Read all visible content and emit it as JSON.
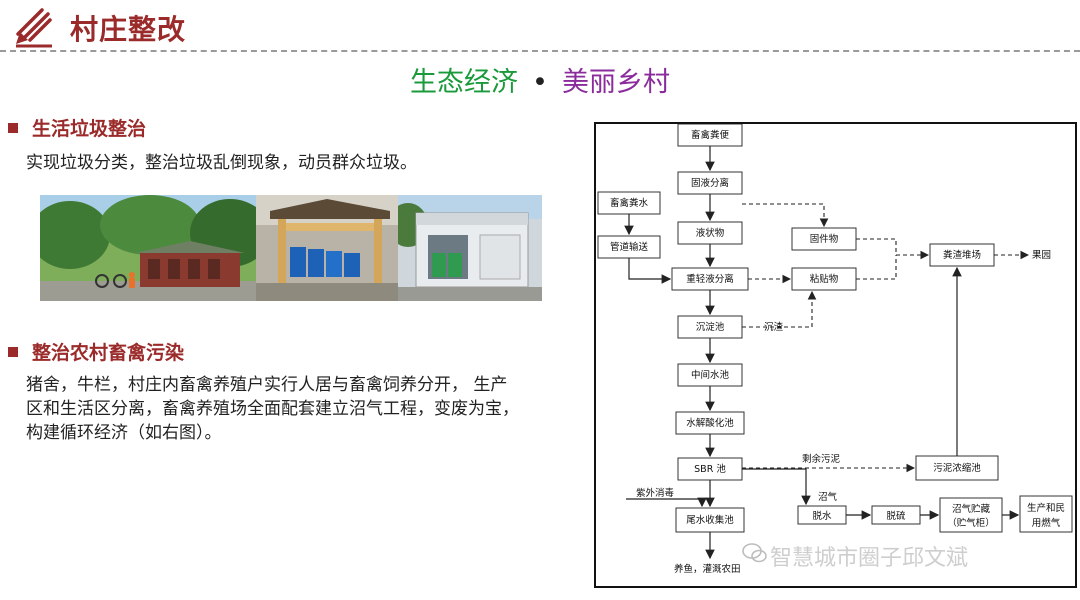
{
  "header": {
    "title": "村庄整改"
  },
  "subtitle": {
    "left": "生态经济",
    "sep": "•",
    "right": "美丽乡村"
  },
  "sections": [
    {
      "heading": "生活垃圾整治",
      "text": "实现垃圾分类，整治垃圾乱倒现象，动员群众垃圾。"
    },
    {
      "heading": "整治农村畜禽污染",
      "lines": [
        "猪舍，牛栏，村庄内畜禽养殖户实行人居与畜禽饲养分开， 生产",
        "区和生活区分离，畜禽养殖场全面配套建立沼气工程，变废为宝，",
        "构建循环经济（如右图）。"
      ]
    }
  ],
  "photos": [
    "village-toilet-building",
    "garbage-bins-shelter",
    "sanitation-station"
  ],
  "diagram": {
    "nodes": {
      "n1": "畜禽粪便",
      "n2": "固液分离",
      "n3": "畜禽粪水",
      "n4": "管道输送",
      "n5": "液状物",
      "n6": "固件物",
      "n7": "重轻液分离",
      "n8": "粘贴物",
      "n9": "粪渣堆场",
      "n10": "沉淀池",
      "n11": "中间水池",
      "n12": "水解酸化池",
      "n13": "SBR 池",
      "n14": "污泥浓缩池",
      "n15": "尾水收集池",
      "n16": "脱水",
      "n17": "脱硫",
      "n18a": "沼气贮藏",
      "n18b": "（贮气柜）",
      "n19a": "生产和民",
      "n19b": "用燃气"
    },
    "labels": {
      "guoyuan": "果园",
      "chenzha": "沉渣",
      "shengyu": "剩余污泥",
      "ziwai": "紫外消毒",
      "zhaoqi": "沼气",
      "yangyu": "养鱼，灌溉农田"
    }
  },
  "watermark": "智慧城市圈子邱文斌",
  "colors": {
    "title": "#9b2b2b",
    "green": "#1b9a3b",
    "purple": "#8a2c9c"
  }
}
